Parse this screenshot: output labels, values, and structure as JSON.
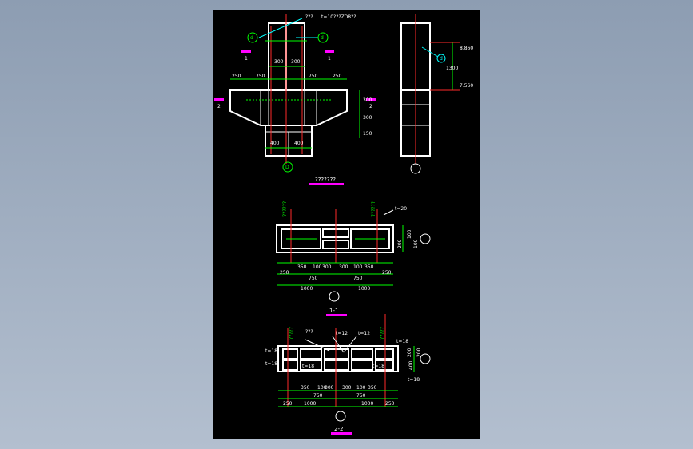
{
  "elevation": {
    "top_note_left": "???",
    "top_note_right": "t=10???ZD8??",
    "col_dims": [
      "300",
      "300"
    ],
    "flange_dims": [
      "250",
      "750",
      "750",
      "250"
    ],
    "right_dims": [
      "300",
      "300",
      "150"
    ],
    "base_dims": [
      "400",
      "400"
    ],
    "section_marks": [
      "1",
      "1",
      "2",
      "2"
    ],
    "axis_tag": "D",
    "bubble_tag": "d",
    "title": "???????"
  },
  "side": {
    "elev_top": "8.860",
    "elev_low": "7.560",
    "dim": "1300",
    "bubble_tag": "d"
  },
  "section1": {
    "tag": "t=20",
    "vdims": [
      "100",
      "100",
      "200"
    ],
    "dims_row1": [
      "350",
      "100",
      "300",
      "300",
      "100",
      "350"
    ],
    "dims_row2": [
      "250",
      "750",
      "750",
      "250"
    ],
    "dims_row3": [
      "1000",
      "1000"
    ],
    "title": "1-1",
    "green_marks": [
      "??????",
      "??????"
    ]
  },
  "section2": {
    "tags": [
      "???",
      "t=12",
      "t=12",
      "t=18",
      "t=18",
      "t=18",
      "t=18",
      "t=18",
      "t=18"
    ],
    "vdims": [
      "200",
      "200",
      "400"
    ],
    "dims_row1": [
      "350",
      "100",
      "300",
      "300",
      "100",
      "350"
    ],
    "dims_row2": [
      "750",
      "750"
    ],
    "dims_row3": [
      "250",
      "1000",
      "1000",
      "250"
    ],
    "title": "2-2",
    "green_marks": [
      "?????",
      "?????"
    ]
  },
  "colors": {
    "background": "#000000",
    "outline": "#ffffff",
    "centerline": "#ff2a2a",
    "dimension": "#00ff00",
    "annotation": "#00ffff",
    "marker": "#ff00ff"
  }
}
